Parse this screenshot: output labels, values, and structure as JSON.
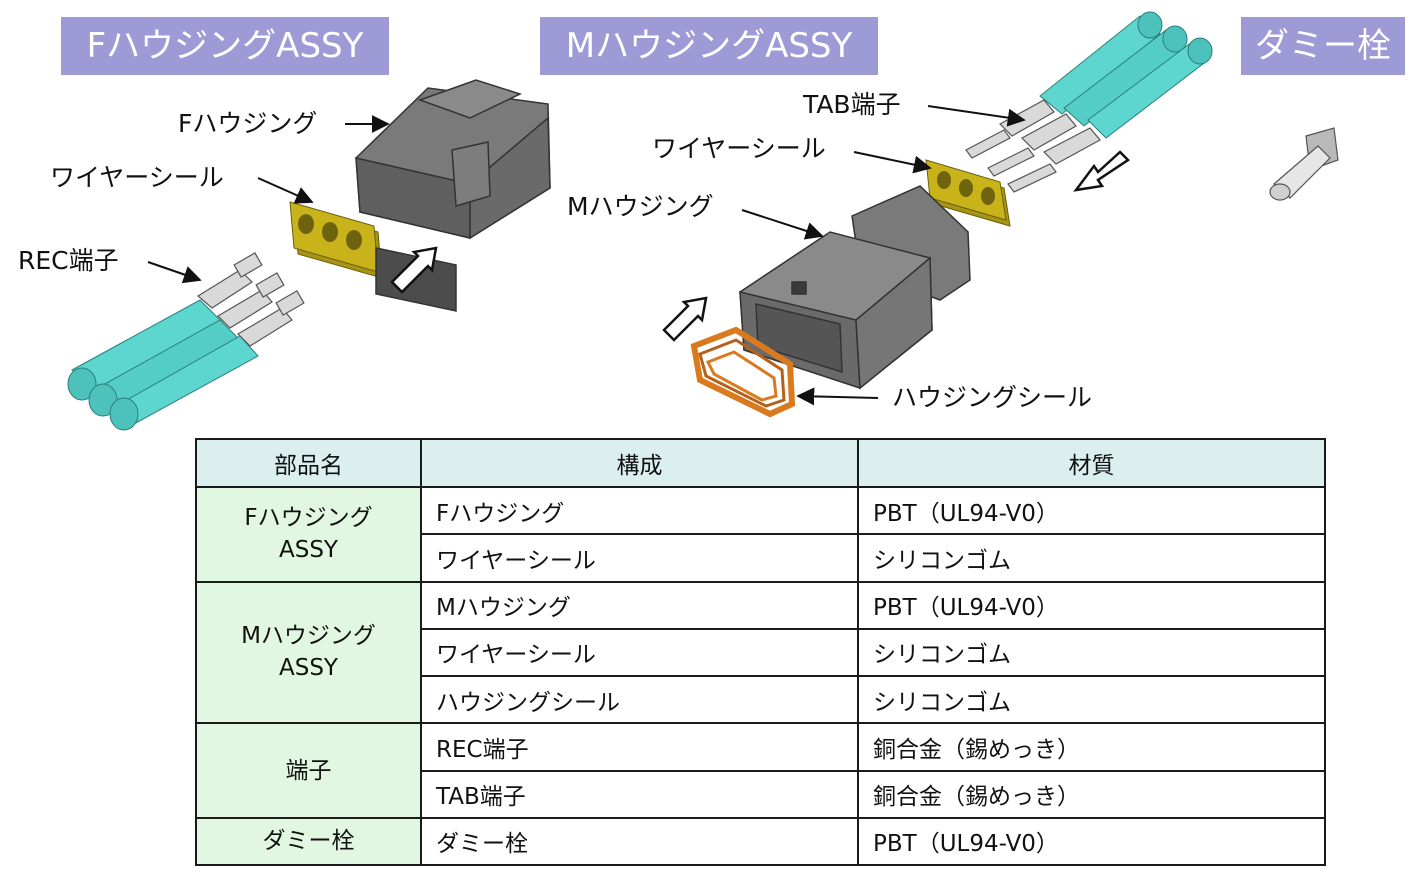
{
  "banners": {
    "f_assy": "FハウジングASSY",
    "m_assy": "MハウジングASSY",
    "dummy": "ダミー栓"
  },
  "callouts": {
    "f_housing": "Fハウジング",
    "wire_seal_left": "ワイヤーシール",
    "rec_terminal": "REC端子",
    "tab_terminal": "TAB端子",
    "wire_seal_right": "ワイヤーシール",
    "m_housing": "Mハウジング",
    "housing_seal": "ハウジングシール"
  },
  "colors": {
    "banner": "#9e9ad6",
    "wire": "#5ed6d0",
    "wire_seal": "#c8b41a",
    "housing_seal": "#d97a1e",
    "housing": "#6e6e6e",
    "header_bg": "#dcefef",
    "group_bg": "#e2f7e2"
  },
  "table": {
    "headers": [
      "部品名",
      "構成",
      "材質"
    ],
    "groups": [
      {
        "name_line1": "Fハウジング",
        "name_line2": "ASSY",
        "rows": [
          {
            "component": "Fハウジング",
            "material": "PBT（UL94-V0）"
          },
          {
            "component": "ワイヤーシール",
            "material": "シリコンゴム"
          }
        ]
      },
      {
        "name_line1": "Mハウジング",
        "name_line2": "ASSY",
        "rows": [
          {
            "component": "Mハウジング",
            "material": "PBT（UL94-V0）"
          },
          {
            "component": "ワイヤーシール",
            "material": "シリコンゴム"
          },
          {
            "component": "ハウジングシール",
            "material": "シリコンゴム"
          }
        ]
      },
      {
        "name_line1": "端子",
        "name_line2": "",
        "rows": [
          {
            "component": "REC端子",
            "material": "銅合金（錫めっき）"
          },
          {
            "component": "TAB端子",
            "material": "銅合金（錫めっき）"
          }
        ]
      },
      {
        "name_line1": "ダミー栓",
        "name_line2": "",
        "rows": [
          {
            "component": "ダミー栓",
            "material": "PBT（UL94-V0）"
          }
        ]
      }
    ]
  }
}
